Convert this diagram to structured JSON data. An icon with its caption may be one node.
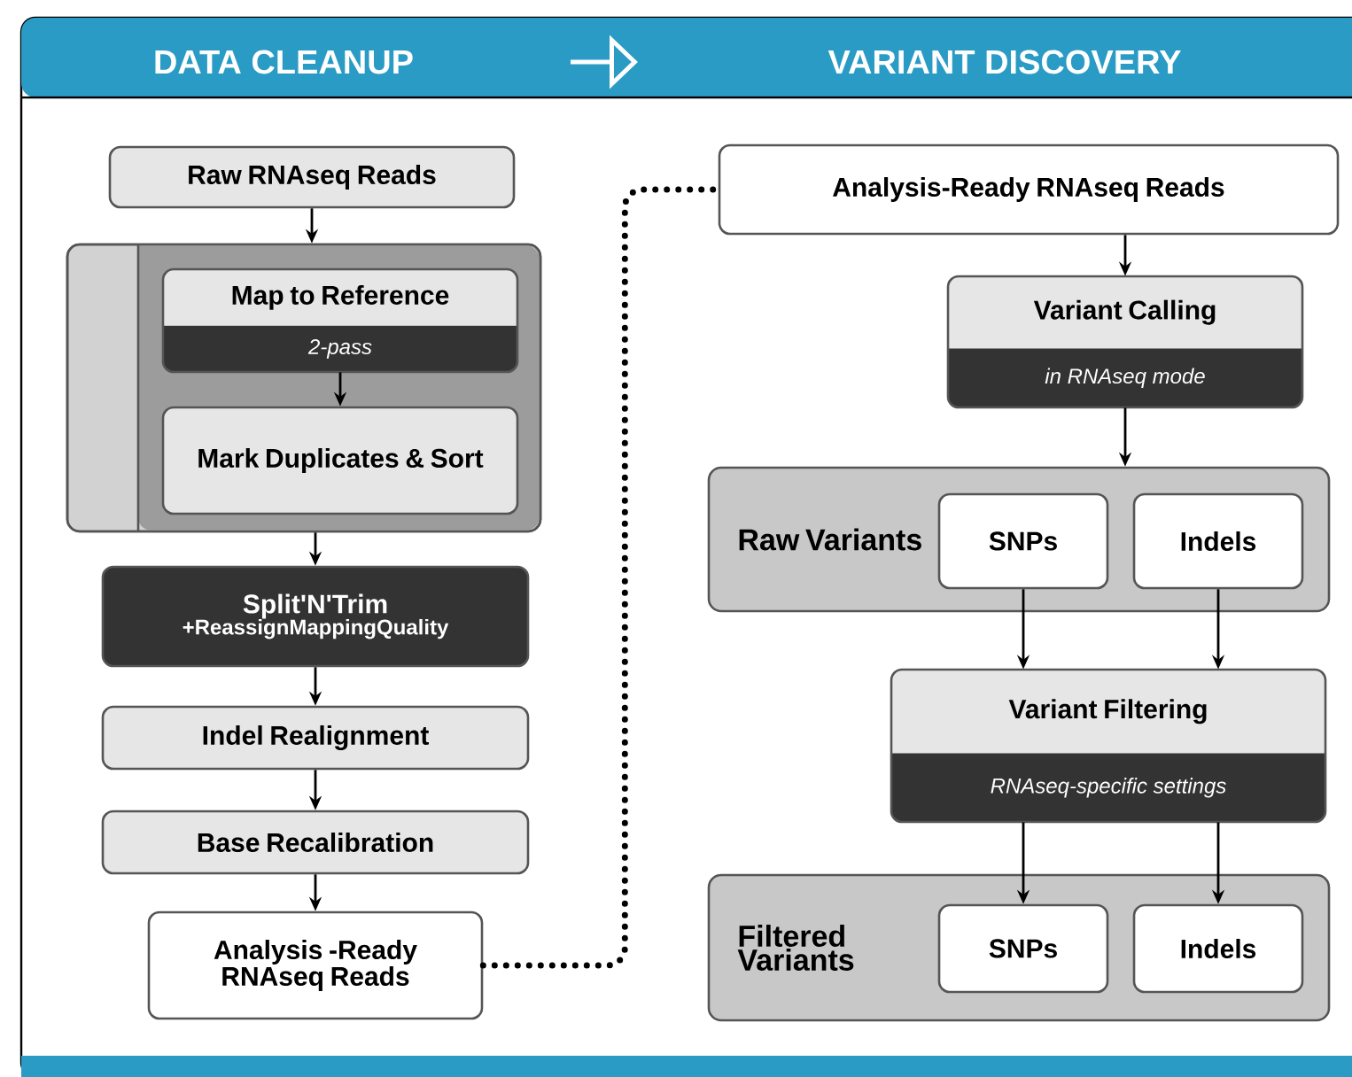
{
  "diagram": {
    "nodes": [
      {
        "text": [
          "Raw RNAseq Reads"
        ]
      },
      {
        "text": [],
        "shape": "box"
      },
      {
        "text": [
          "Map to Reference",
          "2-pass"
        ],
        "in": 1
      },
      {
        "text": [
          "Mark Duplicates & Sort"
        ],
        "in": 1
      },
      {
        "text": [
          "Split'N'Trim",
          "+ReassignMappingQuality"
        ]
      },
      {
        "text": [
          "Indel Realignment"
        ]
      },
      {
        "text": [
          "Base Recalibration"
        ]
      },
      {
        "text": [
          "Analysis -Ready RNAseq Reads"
        ]
      },
      {
        "text": [
          "Analysis-Ready RNAseq Reads"
        ]
      },
      {
        "text": [
          "Variant Calling",
          "in RNAseq mode"
        ]
      },
      {
        "text": [
          "Raw Variants"
        ]
      },
      {
        "text": [
          "SNPs"
        ],
        "in": 10
      },
      {
        "text": [
          "Indels"
        ],
        "in": 10
      },
      {
        "text": [
          "Variant Filtering",
          "RNAseq-specific settings"
        ]
      },
      {
        "text": [
          "Filtered Variants"
        ]
      },
      {
        "text": [
          "SNPs"
        ],
        "in": 14
      },
      {
        "text": [
          "Indels"
        ],
        "in": 14
      }
    ],
    "edges": [
      {
        "from": 0,
        "to": 1,
        "arrow": "to"
      },
      {
        "from": 2,
        "to": 3,
        "arrow": "to"
      },
      {
        "from": 1,
        "to": 4,
        "arrow": "to"
      },
      {
        "from": 4,
        "to": 5,
        "arrow": "to"
      },
      {
        "from": 5,
        "to": 6,
        "arrow": "to"
      },
      {
        "from": 6,
        "to": 7,
        "arrow": "to"
      },
      {
        "from": 7,
        "to": 8,
        "arrow": "none",
        "style": "dashed"
      },
      {
        "from": 8,
        "to": 9,
        "arrow": "to"
      },
      {
        "from": 9,
        "to": 10,
        "arrow": "to"
      },
      {
        "from": 11,
        "to": 13,
        "arrow": "to"
      },
      {
        "from": 12,
        "to": 13,
        "arrow": "to"
      },
      {
        "from": 13,
        "to": 15,
        "arrow": "to"
      },
      {
        "from": 13,
        "to": 16,
        "arrow": "to"
      }
    ],
    "labels": [
      "DATA CLEANUP",
      "VARIANT DISCOVERY"
    ]
  }
}
